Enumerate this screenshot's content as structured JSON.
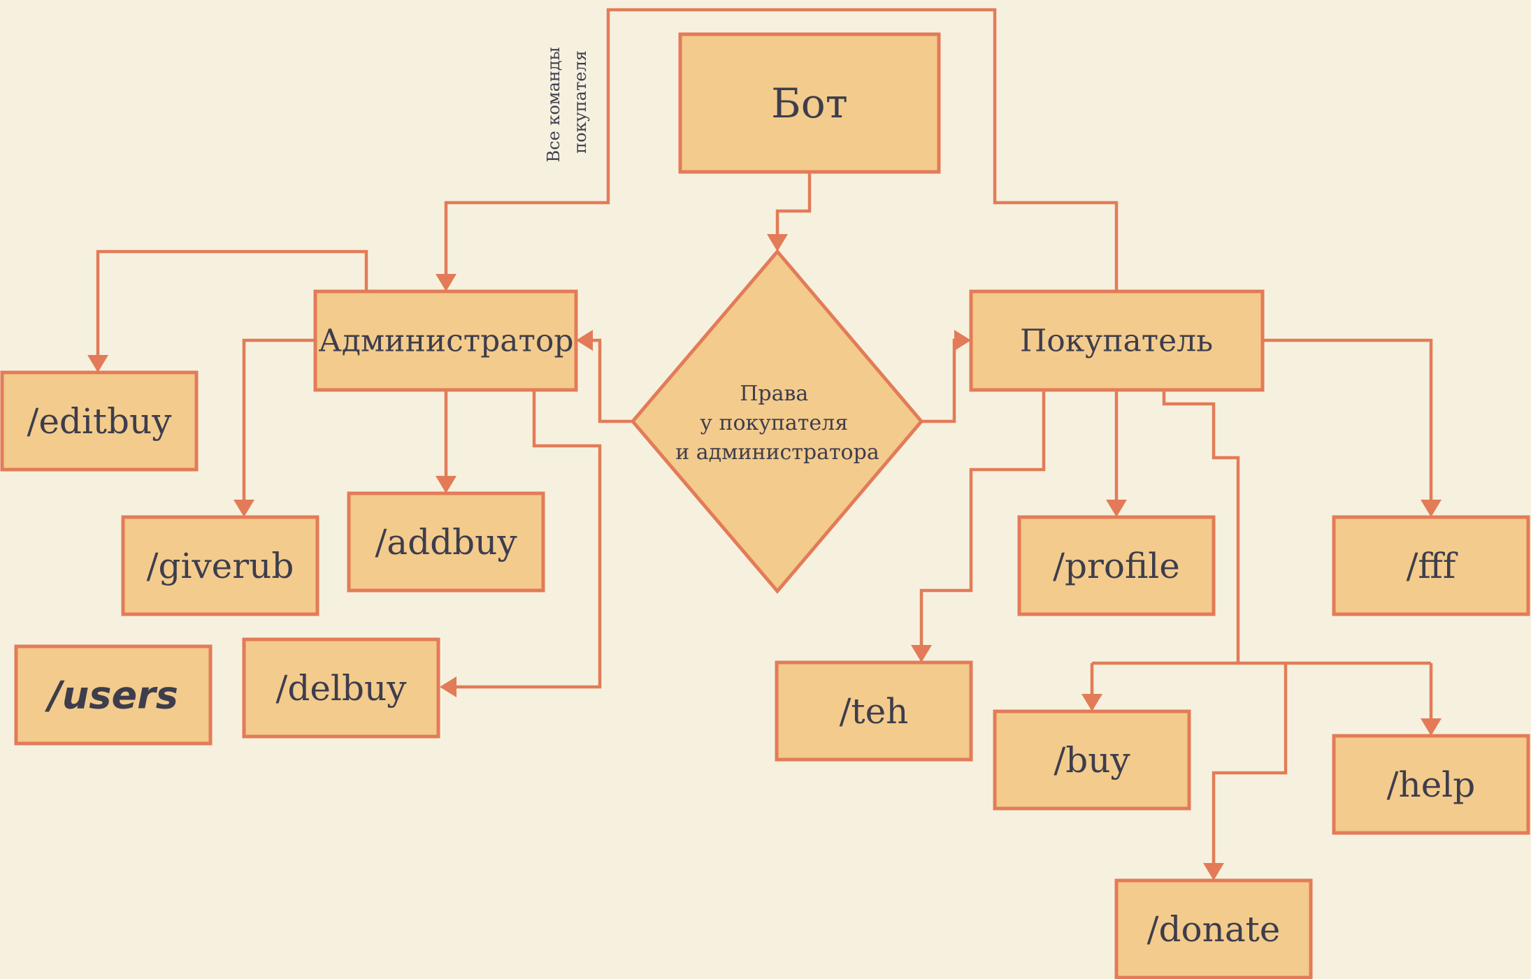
{
  "diagram": {
    "colors": {
      "background": "#f6f1df",
      "node_fill": "#f3cb8c",
      "node_stroke": "#e37b58",
      "text": "#3d3d4c"
    },
    "nodes": {
      "bot": "Бот",
      "rights": [
        "Права",
        "у покупателя",
        "и администратора"
      ],
      "admin": "Администратор",
      "buyer": "Покупатель",
      "editbuy": "/editbuy",
      "giverub": "/giverub",
      "addbuy": "/addbuy",
      "users": "/users",
      "delbuy": "/delbuy",
      "profile": "/profile",
      "fff": "/fff",
      "teh": "/teh",
      "buy": "/buy",
      "help": "/help",
      "donate": "/donate"
    },
    "edge_labels": {
      "all_buyer_commands": [
        "Все команды",
        "покупателя"
      ]
    }
  }
}
